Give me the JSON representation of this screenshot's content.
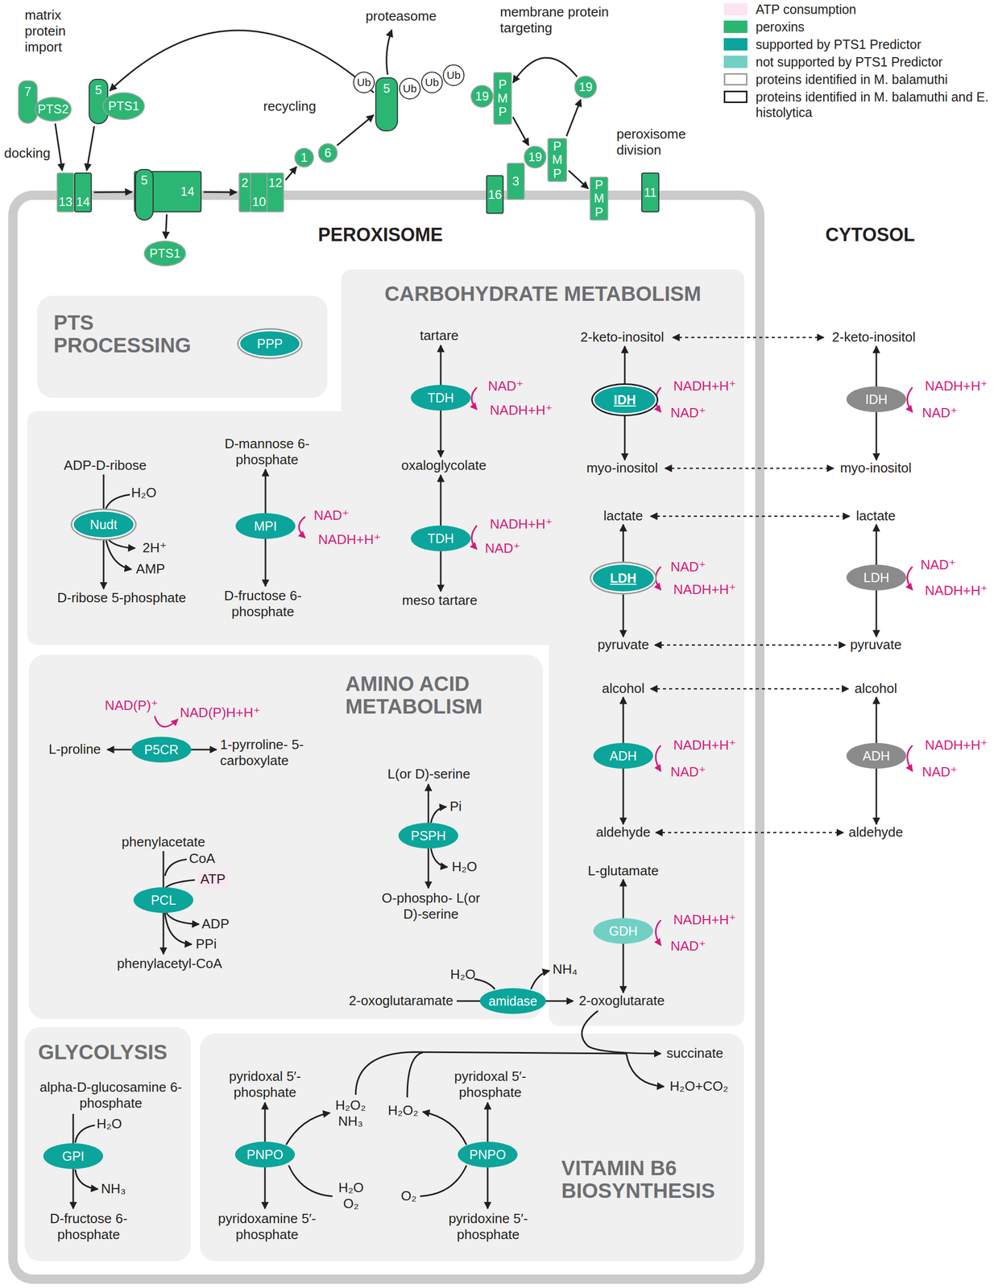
{
  "diagram": {
    "nodes": [
      {
        "text": [
          "7"
        ]
      },
      {
        "text": [
          "PTS2"
        ]
      },
      {
        "text": [
          "5"
        ]
      },
      {
        "text": [
          "PTS1"
        ]
      },
      {
        "text": [
          "13"
        ]
      },
      {
        "text": [
          "14"
        ]
      },
      {
        "text": [
          "14"
        ]
      },
      {
        "text": [
          "5"
        ],
        "in": 6
      },
      {
        "text": [
          "PTS1"
        ]
      },
      {
        "text": [
          "2"
        ]
      },
      {
        "text": [
          "10"
        ]
      },
      {
        "text": [
          "12"
        ]
      },
      {
        "text": [
          "1"
        ]
      },
      {
        "text": [
          "6"
        ]
      },
      {
        "text": [
          "Ub"
        ]
      },
      {
        "text": [
          "5"
        ]
      },
      {
        "text": [
          "Ub"
        ]
      },
      {
        "text": [
          "Ub"
        ]
      },
      {
        "text": [
          "Ub"
        ]
      },
      {
        "text": [
          "19"
        ]
      },
      {
        "text": [
          "PMP"
        ]
      },
      {
        "text": [
          "19"
        ]
      },
      {
        "text": [
          "16"
        ]
      },
      {
        "text": [
          "3"
        ]
      },
      {
        "text": [
          "19"
        ]
      },
      {
        "text": [
          "PMP"
        ]
      },
      {
        "text": [
          "PMP"
        ]
      },
      {
        "text": [
          "11"
        ]
      },
      {
        "text": [
          "PEROXISOME"
        ]
      },
      {
        "text": [
          "PTS PROCESSING"
        ],
        "in": 28
      },
      {
        "text": [
          "PPP"
        ],
        "in": 29
      },
      {
        "text": [
          "CARBOHYDRATE METABOLISM"
        ],
        "in": 28
      },
      {
        "text": [
          "Nudt"
        ],
        "in": 31
      },
      {
        "text": [
          "MPI"
        ],
        "in": 31
      },
      {
        "text": [
          "TDH"
        ],
        "in": 31
      },
      {
        "text": [
          "TDH"
        ],
        "in": 31
      },
      {
        "text": [
          "IDH"
        ],
        "in": 31
      },
      {
        "text": [
          "LDH"
        ],
        "in": 31
      },
      {
        "text": [
          "ADH"
        ],
        "in": 31
      },
      {
        "text": [
          "GDH"
        ],
        "in": 31
      },
      {
        "text": [
          "AMINO ACID METABOLISM"
        ],
        "in": 28
      },
      {
        "text": [
          "P5CR"
        ],
        "in": 40
      },
      {
        "text": [
          "PCL"
        ],
        "in": 40
      },
      {
        "text": [
          "PSPH"
        ],
        "in": 40
      },
      {
        "text": [
          "amidase"
        ],
        "in": 40
      },
      {
        "text": [
          "GLYCOLYSIS"
        ],
        "in": 28
      },
      {
        "text": [
          "GPI"
        ],
        "in": 45
      },
      {
        "text": [
          "VITAMIN B6 BIOSYNTHESIS"
        ],
        "in": 28
      },
      {
        "text": [
          "PNPO"
        ],
        "in": 47
      },
      {
        "text": [
          "PNPO"
        ],
        "in": 47
      },
      {
        "text": [
          "IDH"
        ]
      },
      {
        "text": [
          "LDH"
        ]
      },
      {
        "text": [
          "ADH"
        ]
      }
    ],
    "edges": [
      {
        "from": 1,
        "to": 4,
        "arrow": "to"
      },
      {
        "from": 2,
        "to": 5,
        "arrow": "to"
      },
      {
        "from": 5,
        "to": 6,
        "arrow": "to"
      },
      {
        "from": 6,
        "to": 8,
        "arrow": "to"
      },
      {
        "from": 6,
        "to": 9,
        "arrow": "to"
      },
      {
        "from": 11,
        "to": 12,
        "arrow": "to"
      },
      {
        "from": 13,
        "to": 15,
        "arrow": "to"
      },
      {
        "from": 15,
        "to": 2,
        "arrow": "to"
      },
      {
        "from": 20,
        "to": 24,
        "arrow": "to"
      },
      {
        "from": 25,
        "to": 21,
        "arrow": "to"
      },
      {
        "from": 21,
        "to": 20,
        "arrow": "to"
      },
      {
        "from": 25,
        "to": 26,
        "arrow": "to"
      }
    ],
    "labels": [
      "matrix protein import",
      "docking",
      "recycling",
      "proteasome",
      "membrane protein targeting",
      "peroxisome division",
      "CYTOSOL",
      "ADP-D-ribose",
      "H₂O",
      "2H⁺",
      "AMP",
      "D-ribose 5-phosphate",
      "D-mannose 6-phosphate",
      "NAD⁺",
      "NADH+H⁺",
      "D-fructose 6-phosphate",
      "tartare",
      "NAD⁺",
      "NADH+H⁺",
      "oxaloglycolate",
      "NADH+H⁺",
      "NAD⁺",
      "meso tartare",
      "2-keto-inositol",
      "NADH+H⁺",
      "NAD⁺",
      "myo-inositol",
      "lactate",
      "NAD⁺",
      "NADH+H⁺",
      "pyruvate",
      "alcohol",
      "NADH+H⁺",
      "NAD⁺",
      "aldehyde",
      "L-glutamate",
      "NADH+H⁺",
      "NAD⁺",
      "2-oxoglutarate",
      "2-keto-inositol",
      "NADH+H⁺",
      "NAD⁺",
      "myo-inositol",
      "lactate",
      "NAD⁺",
      "NADH+H⁺",
      "pyruvate",
      "alcohol",
      "NADH+H⁺",
      "NAD⁺",
      "aldehyde",
      "NAD(P)⁺",
      "NAD(P)H+H⁺",
      "L-proline",
      "1-pyrroline- 5-carboxylate",
      "phenylacetate",
      "CoA",
      "ATP",
      "ADP",
      "PPi",
      "phenylacetyl-CoA",
      "L(or D)-serine",
      "Pi",
      "H₂O",
      "O-phospho- L(or D)-serine",
      "H₂O",
      "NH₄",
      "2-oxoglutaramate",
      "alpha-D-glucosamine 6-phosphate",
      "H₂O",
      "NH₃",
      "D-fructose 6-phosphate",
      "succinate",
      "H₂O+CO₂",
      "pyridoxal 5′-phosphate",
      "H₂O₂ NH₃",
      "H₂O₂",
      "pyridoxal 5′-phosphate",
      "pyridoxamine 5′-phosphate",
      "H₂O O₂",
      "O₂",
      "pyridoxine 5′-phosphate"
    ],
    "legend": [
      {
        "text": "ATP consumption",
        "color": "#fce4f0"
      },
      {
        "text": "peroxins",
        "color": "#2bb673"
      },
      {
        "text": "supported by PTS1 Predictor",
        "color": "#0ba59b"
      },
      {
        "text": "not supported by PTS1 Predictor",
        "color": "#72cfc4"
      },
      {
        "text": "proteins identified in M. balamuthi"
      },
      {
        "text": "proteins identified in M. balamuthi and E. histolytica"
      }
    ]
  }
}
